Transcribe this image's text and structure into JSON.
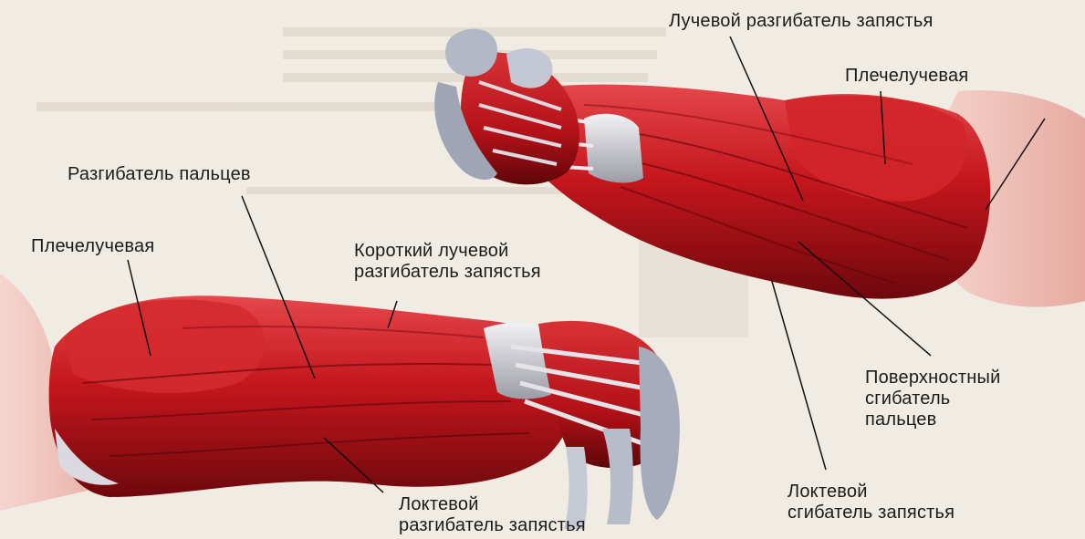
{
  "labels": {
    "radial_wrist_extensor": "Лучевой разгибатель запястья",
    "brachioradialis_upper": "Плечелучевая",
    "finger_extensor": "Разгибатель пальцев",
    "brachioradialis_lower": "Плечелучевая",
    "short_radial_wrist_extensor": [
      "Короткий лучевой",
      "разгибатель запястья"
    ],
    "superficial_finger_flexor": [
      "Поверхностный",
      "сгибатель",
      "пальцев"
    ],
    "ulnar_wrist_extensor": [
      "Локтевой",
      "разгибатель запястья"
    ],
    "ulnar_wrist_flexor": [
      "Локтевой",
      "сгибатель запястья"
    ]
  },
  "colors": {
    "background": "#f1ece3",
    "muscle": "#c4161c",
    "muscle_dark": "#7d0a10",
    "muscle_light": "#e0474b",
    "tendon": "#d7d7dd",
    "skin": "#efc5bd"
  }
}
